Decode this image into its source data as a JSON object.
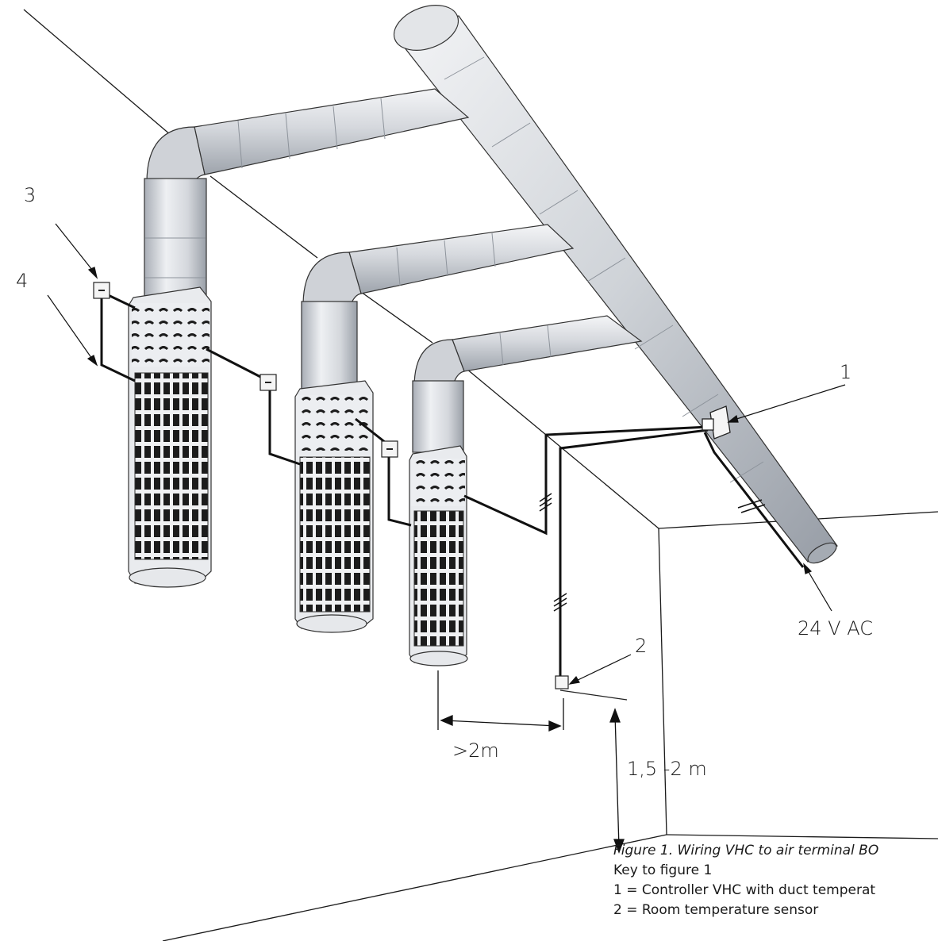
{
  "diagram": {
    "labels": {
      "controller_number": "1",
      "room_sensor_number": "2",
      "duct_sensor_number": "3",
      "cable_number": "4",
      "supply_voltage": "24 V AC",
      "distance": ">2m",
      "height": "1,5 -2 m"
    }
  },
  "caption": {
    "title": "Figure 1. Wiring VHC to air terminal BO",
    "key_heading": "Key to figure 1",
    "key_items": [
      "1 = Controller VHC with duct temperat",
      "2 = Room temperature sensor"
    ]
  },
  "colors": {
    "duct": "#d6d9de",
    "duct_shadow": "#9aa0a8",
    "line": "#111111"
  }
}
